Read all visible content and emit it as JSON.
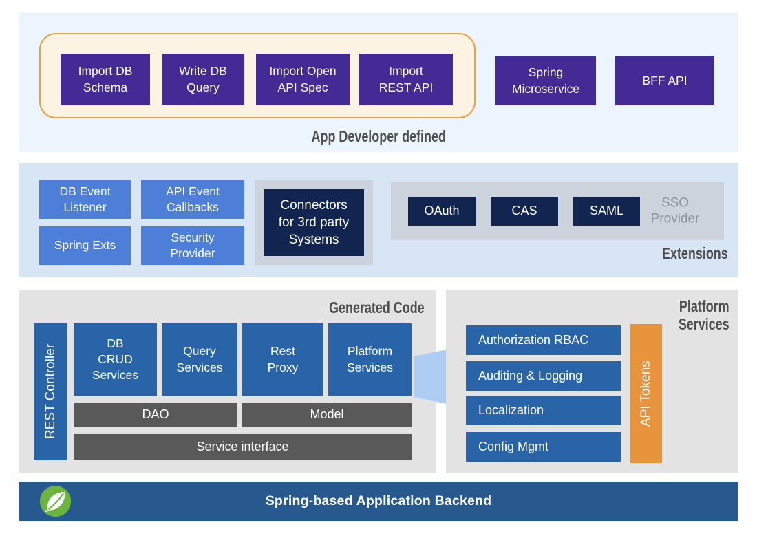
{
  "colors": {
    "purple": "#432a94",
    "blue": "#4d7ed8",
    "navy": "#122450",
    "steel_blue": "#2a64a8",
    "orange": "#e8943d",
    "dark_gray": "#595959",
    "panel_gray": "#e3e3e3",
    "container_gray": "#ccd3dd",
    "section1_bg": "#ecf5fd",
    "section2_bg": "#d7e5f5",
    "cream_bg": "#fdf3e3",
    "cream_border": "#e8a33f",
    "arrow_blue": "#aecdf2",
    "backend_bar": "#27598f",
    "spring_green": "#6db33f",
    "heading_text": "#4e4e4e"
  },
  "app_developer": {
    "heading": "App Developer defined",
    "tools": [
      "Import DB\nSchema",
      "Write DB\nQuery",
      "Import Open\nAPI Spec",
      "Import\nREST API"
    ],
    "services": [
      "Spring\nMicroservice",
      "BFF API"
    ]
  },
  "extensions": {
    "heading": "Extensions",
    "items": [
      "DB Event\nListener",
      "API Event\nCallbacks",
      "Spring Exts",
      "Security\nProvider"
    ],
    "connectors": "Connectors\nfor 3rd party\nSystems",
    "sso": {
      "label": "SSO\nProvider",
      "providers": [
        "OAuth",
        "CAS",
        "SAML"
      ]
    }
  },
  "generated_code": {
    "heading": "Generated Code",
    "rest_controller": "REST Controller",
    "services": [
      "DB\nCRUD\nServices",
      "Query\nServices",
      "Rest\nProxy",
      "Platform\nServices"
    ],
    "layers": [
      "DAO",
      "Model",
      "Service interface"
    ]
  },
  "platform_services": {
    "heading": "Platform\nServices",
    "items": [
      "Authorization RBAC",
      "Auditing & Logging",
      "Localization",
      "Config Mgmt"
    ],
    "api_tokens": "API Tokens"
  },
  "backend": {
    "label": "Spring-based Application Backend"
  }
}
